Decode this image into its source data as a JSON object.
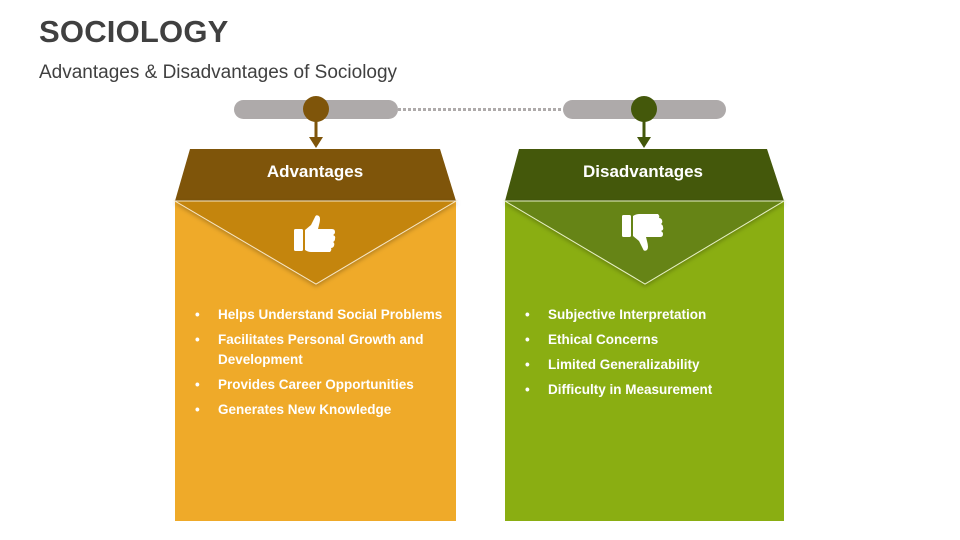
{
  "header": {
    "title": "SOCIOLOGY",
    "subtitle": "Advantages & Disadvantages of Sociology"
  },
  "colors": {
    "advantages_dark": "#7f550a",
    "advantages_mid": "#c4850f",
    "advantages_light": "#efaa29",
    "disadvantages_dark": "#44580b",
    "disadvantages_mid": "#668414",
    "disadvantages_light": "#8aae12",
    "connector_gray": "#aeaaaa"
  },
  "panels": [
    {
      "heading": "Advantages",
      "icon": "thumbs-up-icon",
      "items": [
        "Helps Understand Social Problems",
        "Facilitates Personal Growth and Development",
        "Provides Career Opportunities",
        "Generates New Knowledge"
      ]
    },
    {
      "heading": "Disadvantages",
      "icon": "thumbs-down-icon",
      "items": [
        "Subjective Interpretation",
        "Ethical Concerns",
        "Limited Generalizability",
        "Difficulty in Measurement"
      ]
    }
  ]
}
